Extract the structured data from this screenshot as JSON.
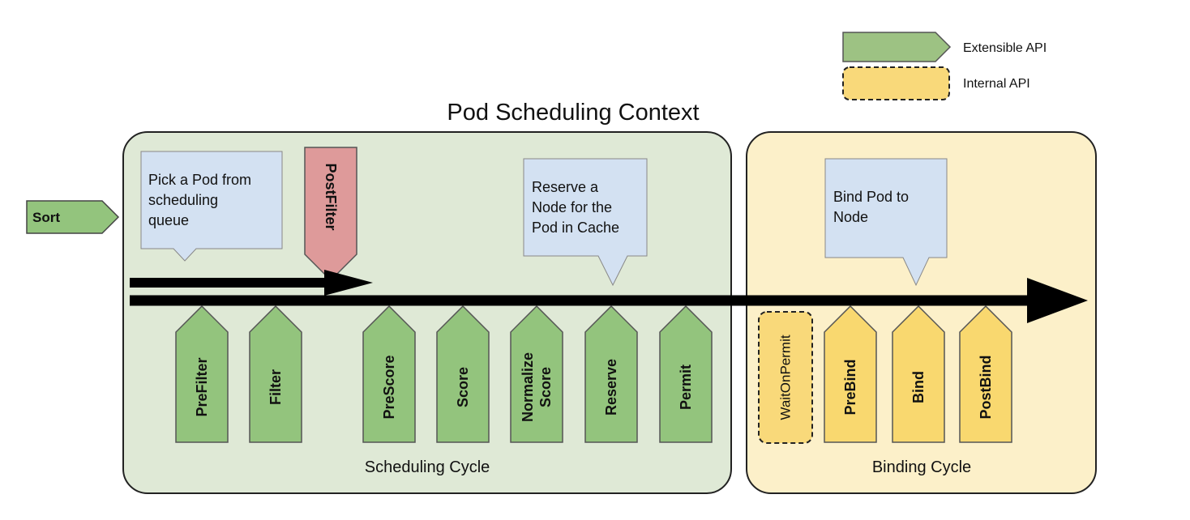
{
  "title": "Pod Scheduling Context",
  "legend": {
    "extensible": {
      "label": "Extensible API",
      "color": "#9dc283"
    },
    "internal": {
      "label": "Internal API",
      "color": "#f9d97a"
    }
  },
  "colors": {
    "scheduling_bg": "#dfe9d6",
    "binding_bg": "#fcf0c9",
    "extension_green": "#93c47d",
    "extension_yellow": "#f9d86f",
    "postfilter_red": "#de9a9a",
    "callout_blue": "#d3e1f2",
    "outline": "#222222"
  },
  "sort": {
    "label": "Sort"
  },
  "scheduling_cycle": {
    "label": "Scheduling Cycle",
    "extension_points": [
      {
        "label": "PreFilter"
      },
      {
        "label": "Filter"
      },
      {
        "label": "PreScore"
      },
      {
        "label": "Score"
      },
      {
        "label": "Normalize\nScore"
      },
      {
        "label": "Reserve"
      },
      {
        "label": "Permit"
      }
    ],
    "postfilter": {
      "label": "PostFilter"
    }
  },
  "binding_cycle": {
    "label": "Binding Cycle",
    "wait_on_permit": {
      "label": "WaitOnPermit"
    },
    "extension_points": [
      {
        "label": "PreBind"
      },
      {
        "label": "Bind"
      },
      {
        "label": "PostBind"
      }
    ]
  },
  "callouts": {
    "pick_pod": "Pick a Pod from\nscheduling\nqueue",
    "reserve_node": "Reserve a\nNode for the\nPod in Cache",
    "bind_pod": "Bind Pod to\nNode"
  }
}
